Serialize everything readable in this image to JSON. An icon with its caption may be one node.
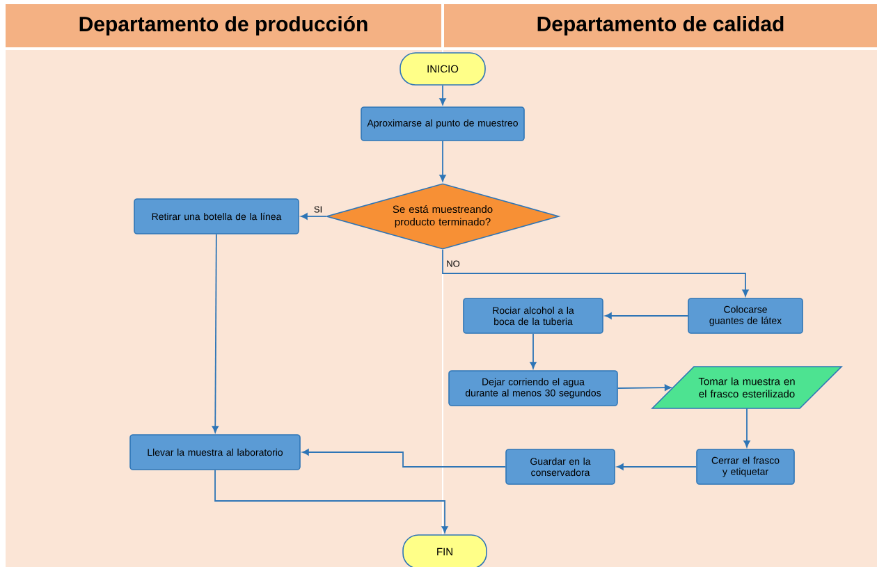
{
  "diagram": {
    "nodes": [
      {
        "text": [
          "Departamento de producción"
        ]
      },
      {
        "text": [
          "Departamento de calidad"
        ]
      },
      {
        "text": [
          "INICIO"
        ]
      },
      {
        "text": [
          "Aproximarse al punto de muestreo"
        ]
      },
      {
        "text": [
          "Se está muestreando producto terminado?"
        ]
      },
      {
        "text": [
          "Retirar una botella de la línea"
        ]
      },
      {
        "text": [
          "Rociar alcohol a la boca de la tuberia"
        ]
      },
      {
        "text": [
          "Colocarse guantes de látex"
        ]
      },
      {
        "text": [
          "Dejar corriendo el agua durante al menos 30 segundos"
        ]
      },
      {
        "text": [
          "Tomar la muestra en el frasco esterilizado"
        ]
      },
      {
        "text": [
          "Llevar la muestra al laboratorio"
        ]
      },
      {
        "text": [
          "Guardar en la conservadora"
        ]
      },
      {
        "text": [
          "Cerrar el frasco y etiquetar"
        ]
      },
      {
        "text": [
          "FIN"
        ]
      }
    ],
    "edges": [
      {
        "from": 2,
        "to": 3,
        "arrow": "to"
      },
      {
        "from": 3,
        "to": 4,
        "arrow": "to"
      },
      {
        "from": 4,
        "to": 5,
        "arrow": "to",
        "label": "SI"
      },
      {
        "from": 4,
        "to": 7,
        "arrow": "to",
        "label": "NO"
      },
      {
        "from": 7,
        "to": 6,
        "arrow": "to"
      },
      {
        "from": 6,
        "to": 8,
        "arrow": "to"
      },
      {
        "from": 8,
        "to": 9,
        "arrow": "to"
      },
      {
        "from": 9,
        "to": 12,
        "arrow": "to"
      },
      {
        "from": 12,
        "to": 11,
        "arrow": "to"
      },
      {
        "from": 11,
        "to": 10,
        "arrow": "to"
      },
      {
        "from": 5,
        "to": 10,
        "arrow": "to"
      },
      {
        "from": 10,
        "to": 13,
        "arrow": "to"
      }
    ]
  }
}
